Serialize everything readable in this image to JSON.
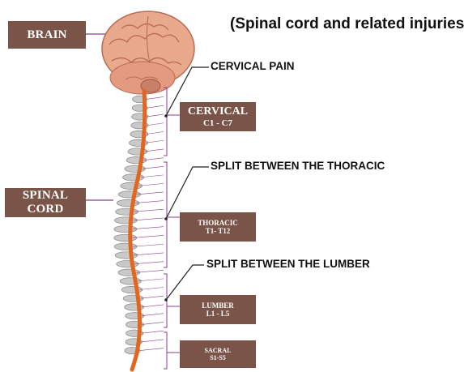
{
  "title": "(Spinal cord and related injuries)",
  "labels": {
    "brain": "BRAIN",
    "spinal_cord": "SPINAL CORD"
  },
  "callouts": {
    "cervical_pain": "CERVICAL PAIN",
    "thoracic_split": "SPLIT BETWEEN THE THORACIC",
    "lumber_split": "SPLIT BETWEEN THE LUMBER"
  },
  "regions": [
    {
      "name": "CERVICAL",
      "range": "C1 - C7"
    },
    {
      "name": "THORACIC",
      "range": "T1- T12"
    },
    {
      "name": "LUMBER",
      "range": "L1 - L5"
    },
    {
      "name": "SACRAL",
      "range": "S1-S5"
    }
  ],
  "colors": {
    "box": "#7a5448",
    "bracket": "#8a3d8f",
    "cord": "#e2661d",
    "brain": "#e9a98c",
    "vertebra": "#c2c2c2"
  }
}
